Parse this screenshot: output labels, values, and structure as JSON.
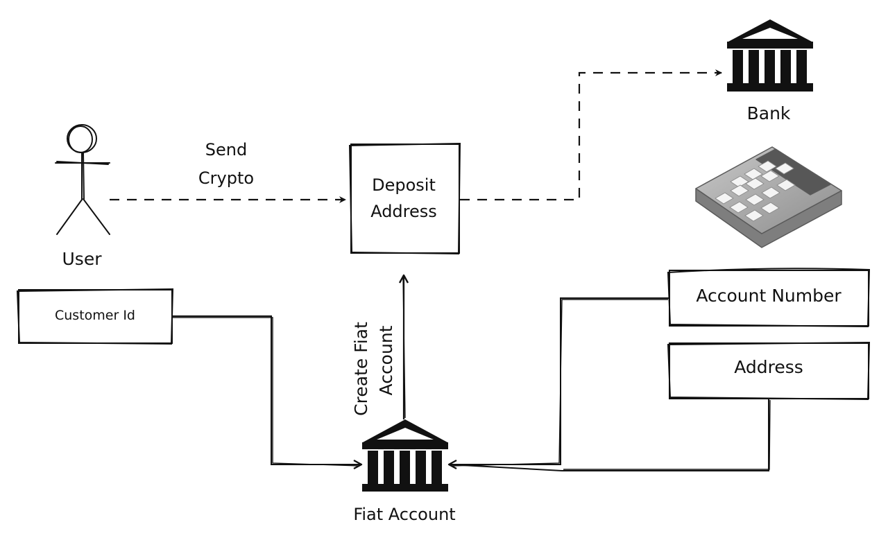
{
  "diagram": {
    "nodes": {
      "user": {
        "label": "User"
      },
      "deposit": {
        "line1": "Deposit",
        "line2": "Address"
      },
      "bank": {
        "label": "Bank"
      },
      "customer_id": {
        "label": "Customer Id"
      },
      "fiat_account": {
        "label": "Fiat Account"
      },
      "account_number": {
        "label": "Account Number"
      },
      "address": {
        "label": "Address"
      },
      "pos_terminal": {
        "icon": "pos-terminal-icon"
      }
    },
    "edges": {
      "send_crypto": {
        "line1": "Send",
        "line2": "Crypto"
      },
      "create_fiat_account": {
        "line1": "Create Fiat",
        "line2": "Account"
      }
    }
  }
}
